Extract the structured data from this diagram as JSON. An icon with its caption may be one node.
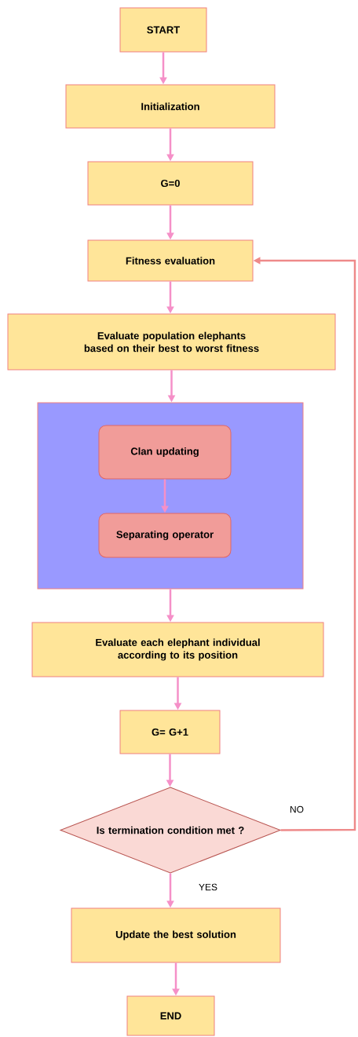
{
  "diagram": {
    "nodes": [
      {
        "text": [
          "START"
        ]
      },
      {
        "text": [
          "Initialization"
        ]
      },
      {
        "text": [
          "G=0"
        ]
      },
      {
        "text": [
          "Fitness evaluation"
        ]
      },
      {
        "text": [
          "Evaluate population elephants based on their best to worst fitness"
        ]
      },
      {
        "text": [],
        "shape": "box"
      },
      {
        "text": [
          "Clan updating"
        ],
        "in": 5
      },
      {
        "text": [
          "Separating operator"
        ],
        "in": 5
      },
      {
        "text": [
          "Evaluate each elephant individual according to its position"
        ]
      },
      {
        "text": [
          "G= G+1"
        ]
      },
      {
        "text": [
          "Is termination condition met ?"
        ]
      },
      {
        "text": [
          "Update the best solution"
        ]
      },
      {
        "text": [
          "END"
        ]
      }
    ],
    "edges": [
      {
        "from": 0,
        "to": 1,
        "arrow": "to"
      },
      {
        "from": 1,
        "to": 2,
        "arrow": "to"
      },
      {
        "from": 2,
        "to": 3,
        "arrow": "to"
      },
      {
        "from": 3,
        "to": 4,
        "arrow": "to"
      },
      {
        "from": 4,
        "to": 5,
        "arrow": "to"
      },
      {
        "from": 6,
        "to": 7,
        "arrow": "to"
      },
      {
        "from": 5,
        "to": 8,
        "arrow": "to"
      },
      {
        "from": 8,
        "to": 9,
        "arrow": "to"
      },
      {
        "from": 9,
        "to": 10,
        "arrow": "to"
      },
      {
        "from": 10,
        "to": 3,
        "arrow": "to",
        "label": "NO",
        "color": "#ee8a8a"
      },
      {
        "from": 10,
        "to": 11,
        "arrow": "to",
        "label": "YES"
      },
      {
        "from": 11,
        "to": 12,
        "arrow": "to"
      }
    ]
  }
}
